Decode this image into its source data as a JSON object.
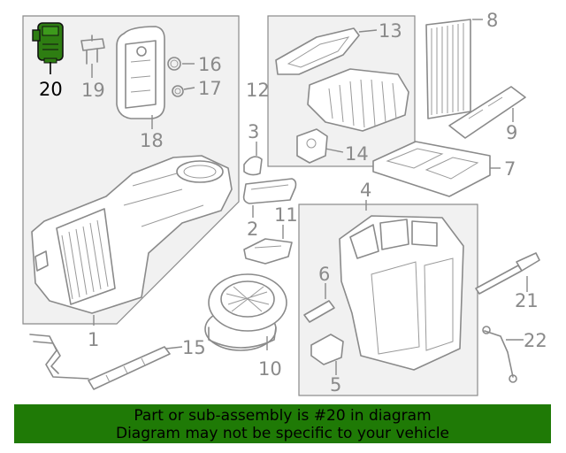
{
  "callouts": {
    "c1": "1",
    "c2": "2",
    "c3": "3",
    "c4": "4",
    "c5": "5",
    "c6": "6",
    "c7": "7",
    "c8": "8",
    "c9": "9",
    "c10": "10",
    "c11": "11",
    "c12": "12",
    "c13": "13",
    "c14": "14",
    "c15": "15",
    "c16": "16",
    "c17": "17",
    "c18": "18",
    "c19": "19",
    "c20": "20",
    "c21": "21",
    "c22": "22"
  },
  "highlight": {
    "part": "20",
    "color": "#000000"
  },
  "banner": {
    "line1": "Part or sub-assembly is #20 in diagram",
    "line2": "Diagram may not be specific to your vehicle",
    "background": "#1f7a06"
  },
  "colors": {
    "linework": "#8a8a8a",
    "panel_fill": "#f1f1f1",
    "part20_fill": "#2e7d12"
  }
}
